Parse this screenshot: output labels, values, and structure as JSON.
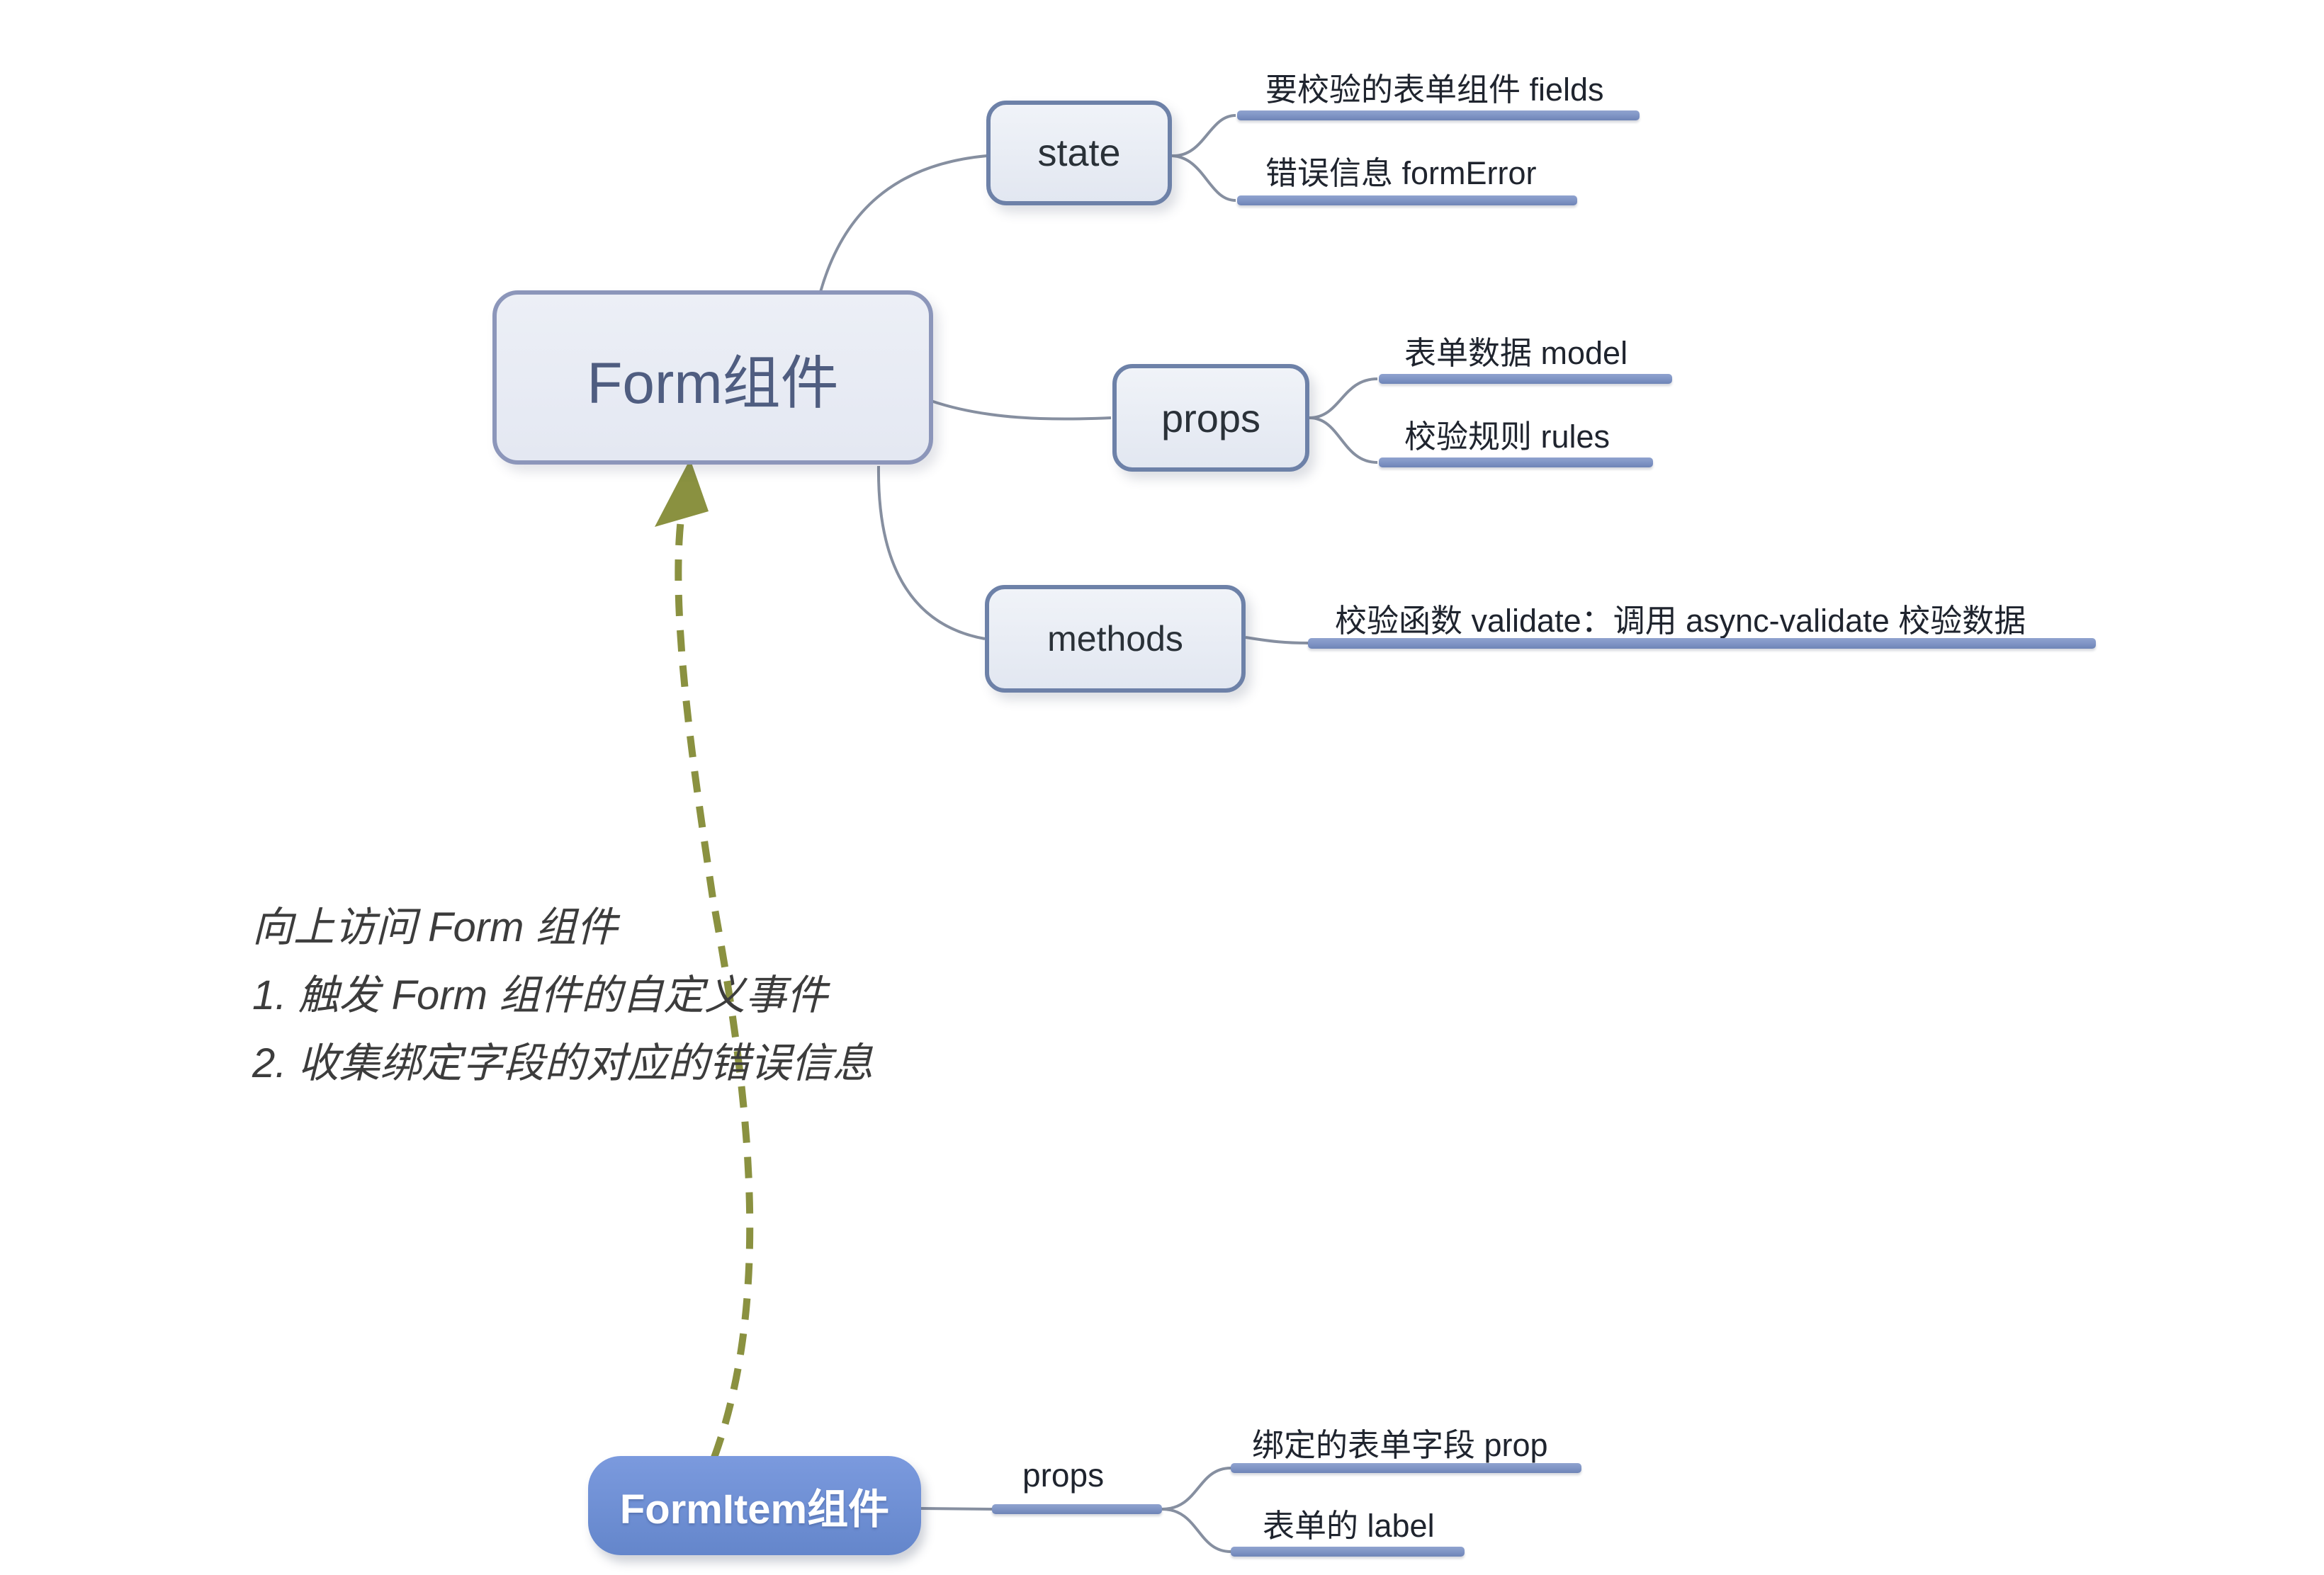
{
  "diagram": {
    "root": {
      "label": "Form组件"
    },
    "branches": [
      {
        "label": "state",
        "children": [
          {
            "label": "要校验的表单组件 fields"
          },
          {
            "label": "错误信息 formError"
          }
        ]
      },
      {
        "label": "props",
        "children": [
          {
            "label": "表单数据 model"
          },
          {
            "label": "校验规则 rules"
          }
        ]
      },
      {
        "label": "methods",
        "children": [
          {
            "label": "校验函数 validate：调用 async-validate 校验数据"
          }
        ]
      }
    ],
    "annotation": {
      "line1": "向上访问 Form 组件",
      "line2": "1. 触发 Form 组件的自定义事件",
      "line3": "2. 收集绑定字段的对应的错误信息"
    },
    "form_item": {
      "label": "FormItem组件",
      "branch_label": "props",
      "children": [
        {
          "label": "绑定的表单字段 prop"
        },
        {
          "label": "表单的 label"
        }
      ]
    }
  },
  "colors": {
    "canvas-bg": "#ffffff",
    "node-border": "#6d81a8",
    "node-text": "#2a3138",
    "root-border": "#8c96ba",
    "root-text": "#4f5d80",
    "formitem-fill": "#6e90d4",
    "formitem-text": "#ffffff",
    "bar": "#7e93c4",
    "connector": "#868fa0",
    "arrow": "#8a9140",
    "leaf-text": "#1f242e",
    "annotation-text": "#3c3c3c"
  }
}
